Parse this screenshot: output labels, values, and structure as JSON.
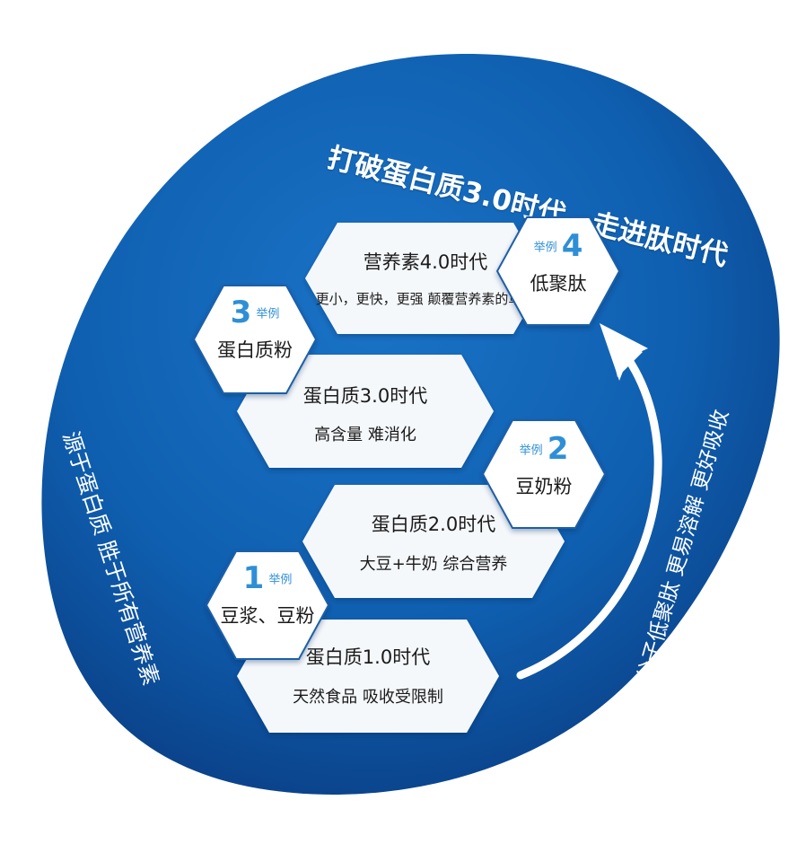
{
  "colors": {
    "blob_dark": "#0a3f86",
    "blob_mid": "#0f5fb0",
    "accent": "#2f8fd6",
    "hex_border": "#1f5fa8"
  },
  "headline": "打破蛋白质3.0时代，走进肽时代",
  "left_text": "源于蛋白质 胜于所有营养素",
  "right_text": "小分子低聚肽 更易溶解 更好吸收",
  "eras": [
    {
      "title": "蛋白质1.0时代",
      "subtitle": "天然食品 吸收受限制"
    },
    {
      "title": "蛋白质2.0时代",
      "subtitle": "大豆+牛奶 综合营养"
    },
    {
      "title": "蛋白质3.0时代",
      "subtitle": "高含量 难消化"
    },
    {
      "title": "营养素4.0时代",
      "subtitle": "更小，更快，更强 颠覆营养素的革命"
    }
  ],
  "examples": [
    {
      "number": "1",
      "tag": "举例",
      "name": "豆浆、豆粉"
    },
    {
      "number": "2",
      "tag": "举例",
      "name": "豆奶粉"
    },
    {
      "number": "3",
      "tag": "举例",
      "name": "蛋白质粉"
    },
    {
      "number": "4",
      "tag": "举例",
      "name": "低聚肽"
    }
  ],
  "icons": {
    "arrow": "up-arrow-icon"
  }
}
